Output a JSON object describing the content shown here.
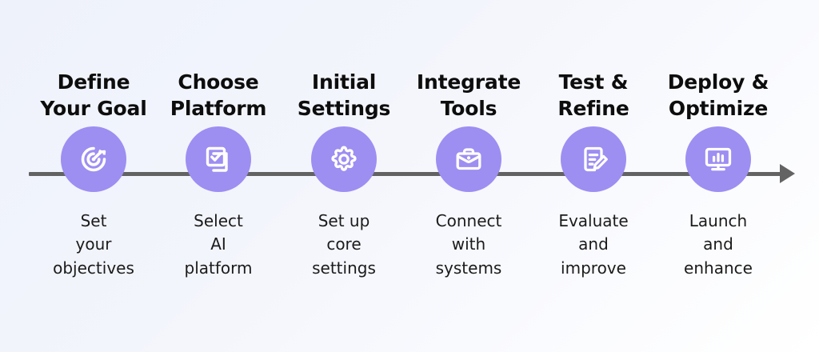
{
  "diagram": {
    "type": "horizontal-process-timeline",
    "accent_color": "#9d8ef2",
    "line_color": "#636363",
    "title_color": "#0d0d0d",
    "description_color": "#1b1b1b",
    "background": "light blue-white gradient",
    "arrow_direction": "left-to-right"
  },
  "steps": [
    {
      "index": 1,
      "title": "Define\nYour Goal",
      "description": "Set\nyour\nobjectives",
      "icon": "target-arrow-icon"
    },
    {
      "index": 2,
      "title": "Choose\nPlatform",
      "description": "Select\nAI\nplatform",
      "icon": "checked-stacked-squares-icon"
    },
    {
      "index": 3,
      "title": "Initial\nSettings",
      "description": "Set up\ncore\nsettings",
      "icon": "gear-icon"
    },
    {
      "index": 4,
      "title": "Integrate\nTools",
      "description": "Connect\nwith\nsystems",
      "icon": "briefcase-icon"
    },
    {
      "index": 5,
      "title": "Test &\nRefine",
      "description": "Evaluate\nand\nimprove",
      "icon": "document-edit-icon"
    },
    {
      "index": 6,
      "title": "Deploy &\nOptimize",
      "description": "Launch\nand\nenhance",
      "icon": "monitor-bar-chart-icon"
    }
  ]
}
